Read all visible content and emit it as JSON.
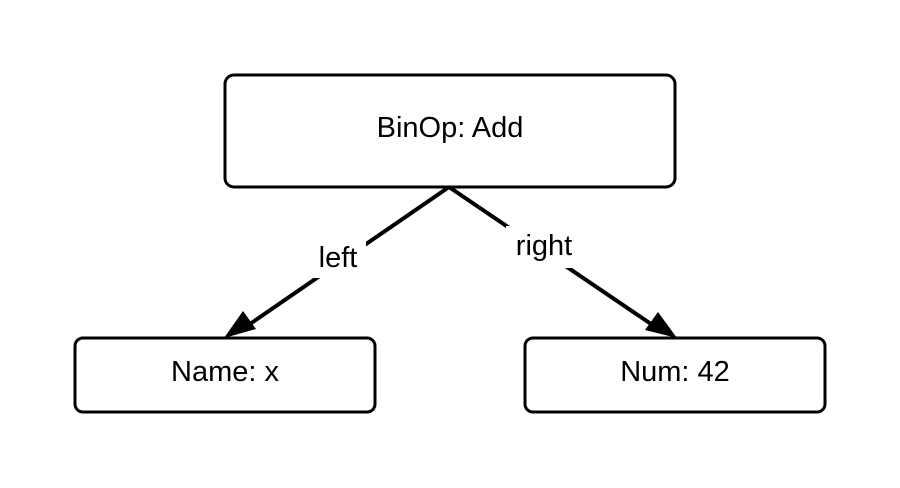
{
  "nodes": {
    "root": {
      "label": "BinOp: Add"
    },
    "left_child": {
      "label": "Name: x"
    },
    "right_child": {
      "label": "Num: 42"
    }
  },
  "edges": {
    "left": {
      "label": "left"
    },
    "right": {
      "label": "right"
    }
  }
}
